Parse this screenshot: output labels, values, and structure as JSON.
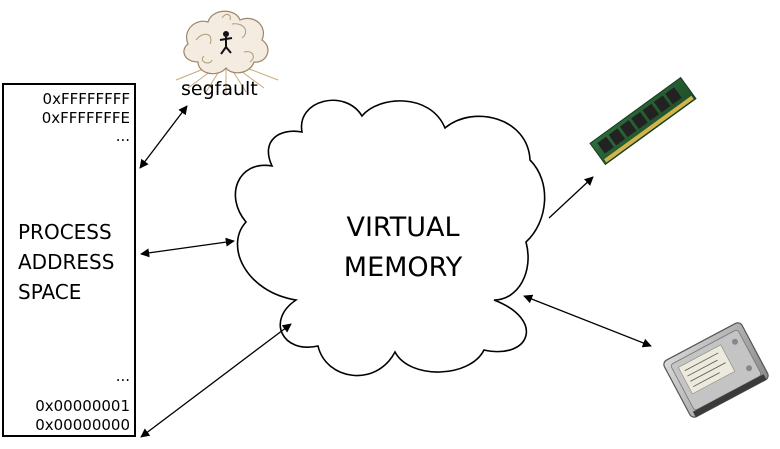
{
  "segfault": {
    "label": "segfault",
    "icon": "explosion-icon"
  },
  "address_space": {
    "top_addresses": [
      "0xFFFFFFFF",
      "0xFFFFFFFE"
    ],
    "top_ellipsis": "...",
    "title_lines": [
      "PROCESS",
      "ADDRESS",
      "SPACE"
    ],
    "bottom_ellipsis": "...",
    "bottom_addresses": [
      "0x00000001",
      "0x00000000"
    ]
  },
  "virtual_memory": {
    "title_lines": [
      "VIRTUAL",
      "MEMORY"
    ]
  },
  "devices": {
    "ram": "ram-module-icon",
    "disk": "hard-disk-icon"
  }
}
